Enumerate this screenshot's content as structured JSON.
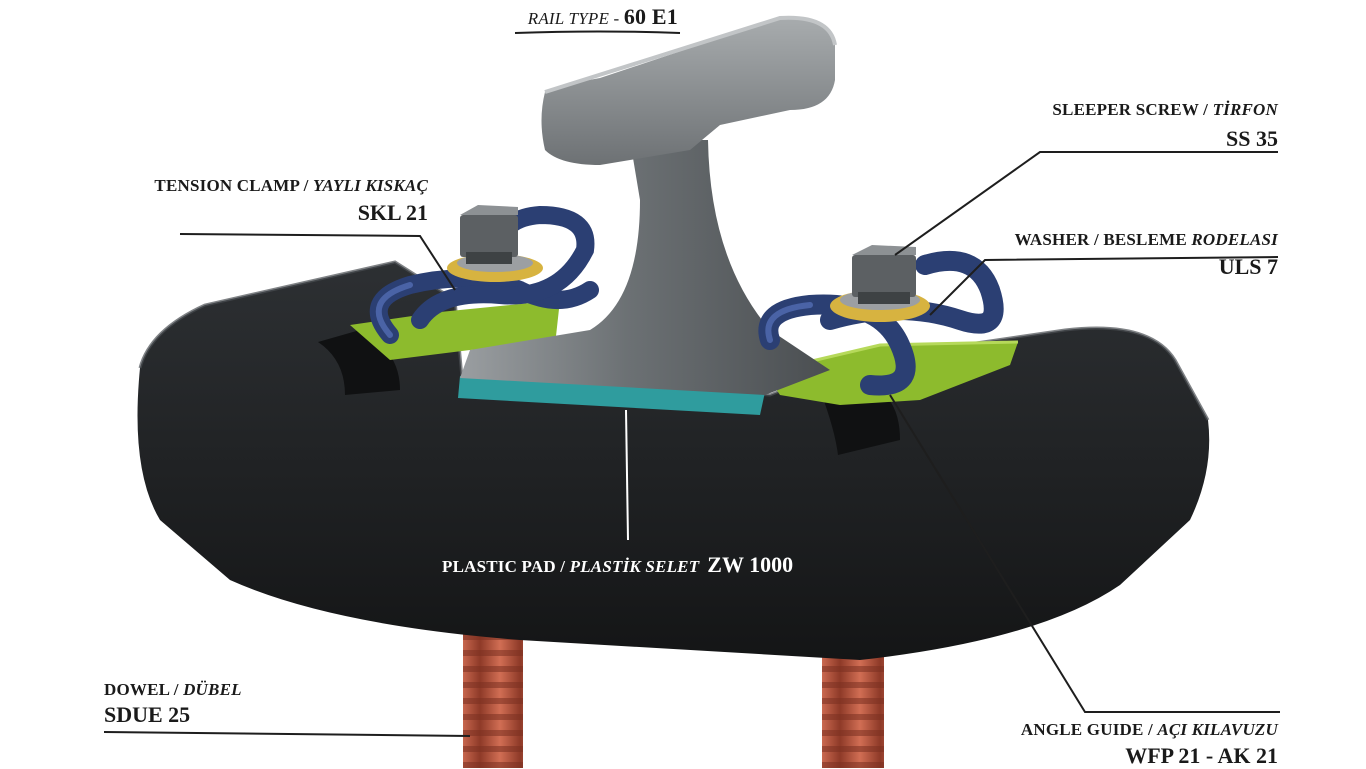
{
  "colors": {
    "sleeper": "#1f2124",
    "rail": "#6f7477",
    "pad": "#2f9c9e",
    "clamp": "#2b3f73",
    "guide": "#8dbb2d",
    "dowel": "#b5523a",
    "washer": "#d7b340"
  },
  "labels": {
    "rail_type": {
      "prefix": "RAIL TYPE - ",
      "code": "60 E1"
    },
    "sleeper_screw": {
      "en": "SLEEPER SCREW / ",
      "tr": "TİRFON",
      "code": "SS 35"
    },
    "tension_clamp": {
      "en": "TENSION CLAMP / ",
      "tr": "YAYLI KISKAÇ",
      "code": "SKL 21"
    },
    "washer": {
      "en": "WASHER / BESLEME ",
      "tr": "RODELASI",
      "code": "ULS 7"
    },
    "plastic_pad": {
      "en": "PLASTIC PAD / ",
      "tr": "PLASTİK SELET",
      "code": "ZW 1000"
    },
    "dowel": {
      "en": "DOWEL / ",
      "tr": "DÜBEL",
      "code": "SDUE 25"
    },
    "angle_guide": {
      "en": "ANGLE GUIDE / ",
      "tr": "AÇI KILAVUZU",
      "code": "WFP 21 - AK 21"
    }
  }
}
